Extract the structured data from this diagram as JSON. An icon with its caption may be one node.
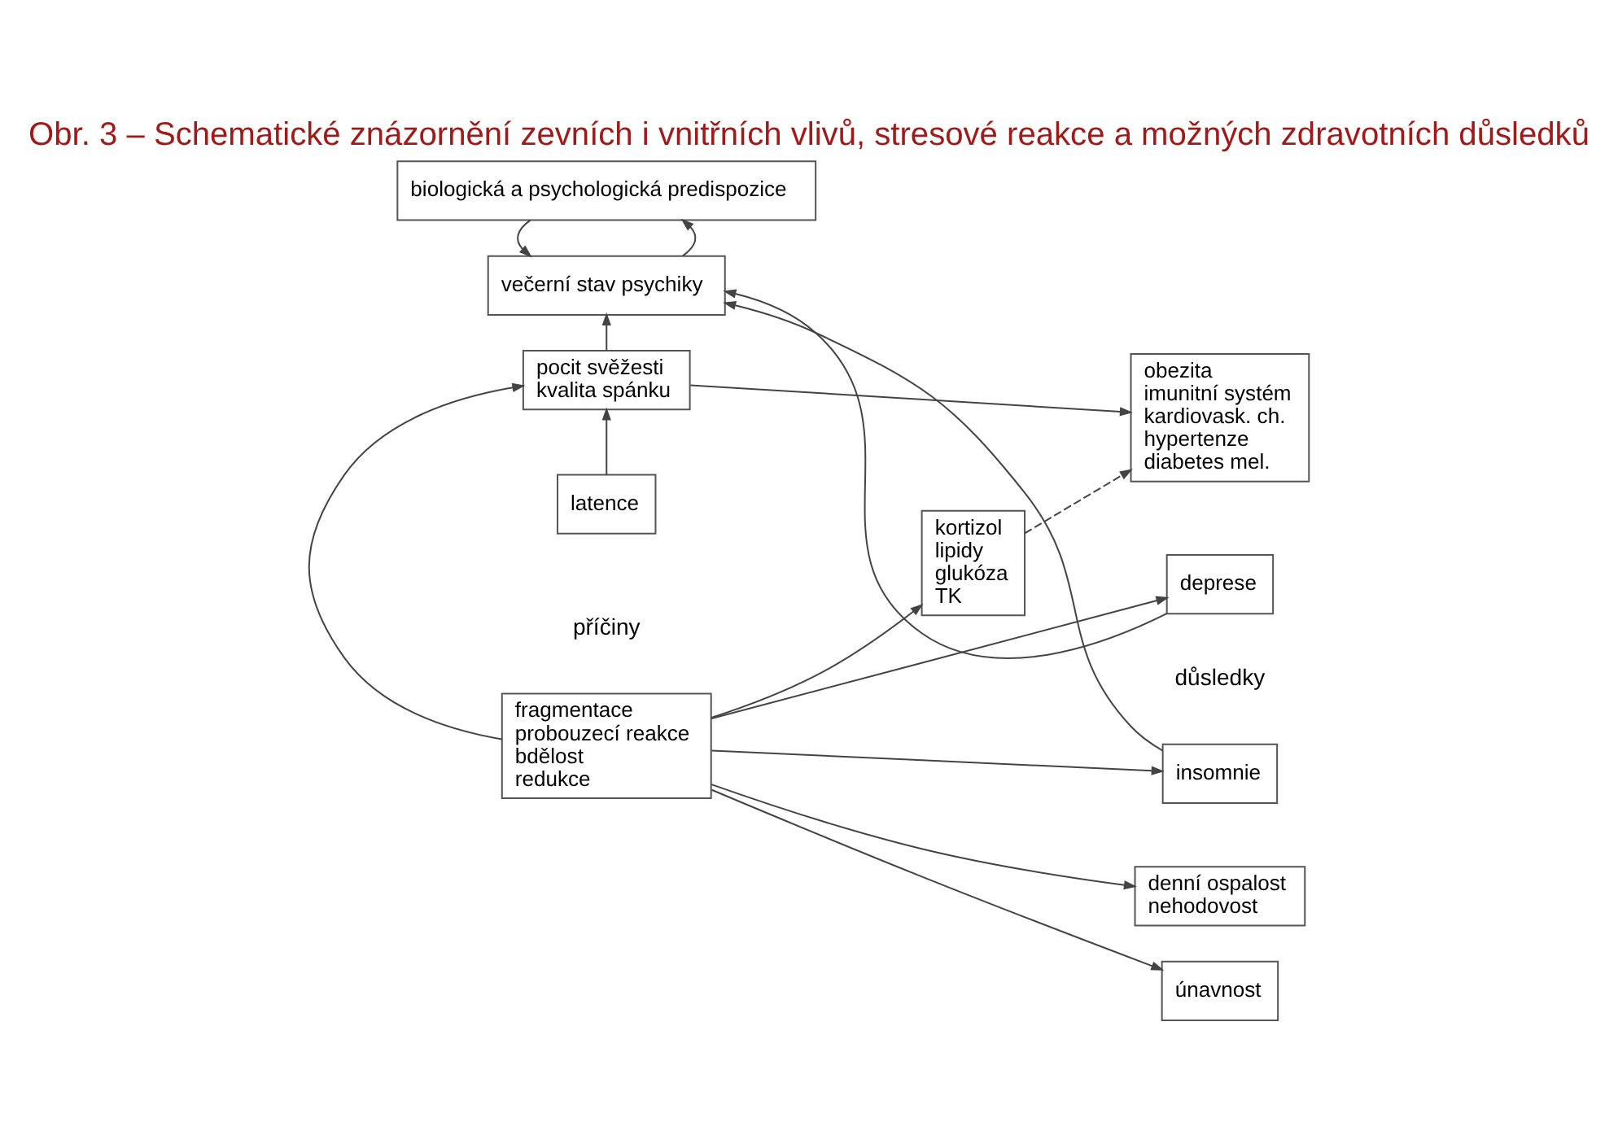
{
  "diagram": {
    "title": "Obr. 3 – Schematické znázornění zevních i vnitřních vlivů, stresové reakce a možných zdravotních důsledků",
    "nodes": [
      {
        "text": [
          "biologická a psychologická predispozice"
        ]
      },
      {
        "text": [
          "večerní stav psychiky"
        ]
      },
      {
        "text": [
          "fragmentace",
          "probouzecí reakce",
          "bdělost",
          "redukce"
        ]
      },
      {
        "text": [
          "insomnie"
        ]
      },
      {
        "text": [
          "denní ospalost",
          "nehodovost"
        ]
      },
      {
        "text": [
          "únavnost"
        ]
      },
      {
        "text": [
          "deprese"
        ]
      },
      {
        "text": [
          "latence"
        ]
      },
      {
        "text": [
          "kortizol",
          "lipidy",
          "glukóza",
          "TK"
        ]
      },
      {
        "text": [
          "obezita",
          "imunitní systém",
          "kardiovask. ch.",
          "hypertenze",
          "diabetes mel."
        ]
      },
      {
        "text": [
          "pocit svěžesti",
          "kvalita spánku"
        ]
      }
    ],
    "edges": [
      {
        "from": 1,
        "to": 0,
        "arrow": "to"
      },
      {
        "from": 0,
        "to": 1,
        "arrow": "to"
      },
      {
        "from": 3,
        "to": 1,
        "arrow": "to"
      },
      {
        "from": 2,
        "to": 3,
        "arrow": "to"
      },
      {
        "from": 2,
        "to": 4,
        "arrow": "to"
      },
      {
        "from": 2,
        "to": 5,
        "arrow": "to"
      },
      {
        "from": 2,
        "to": 6,
        "arrow": "to"
      },
      {
        "from": 2,
        "to": 8,
        "arrow": "to"
      },
      {
        "from": 2,
        "to": 10,
        "arrow": "to"
      },
      {
        "from": 7,
        "to": 10,
        "arrow": "to"
      },
      {
        "from": 10,
        "to": 1,
        "arrow": "to"
      },
      {
        "from": 6,
        "to": 1,
        "arrow": "to"
      },
      {
        "from": 8,
        "to": 9,
        "arrow": "to",
        "style": "dashed"
      },
      {
        "from": 10,
        "to": 9,
        "arrow": "to"
      }
    ],
    "labels": [
      "příčiny",
      "důsledky"
    ]
  }
}
